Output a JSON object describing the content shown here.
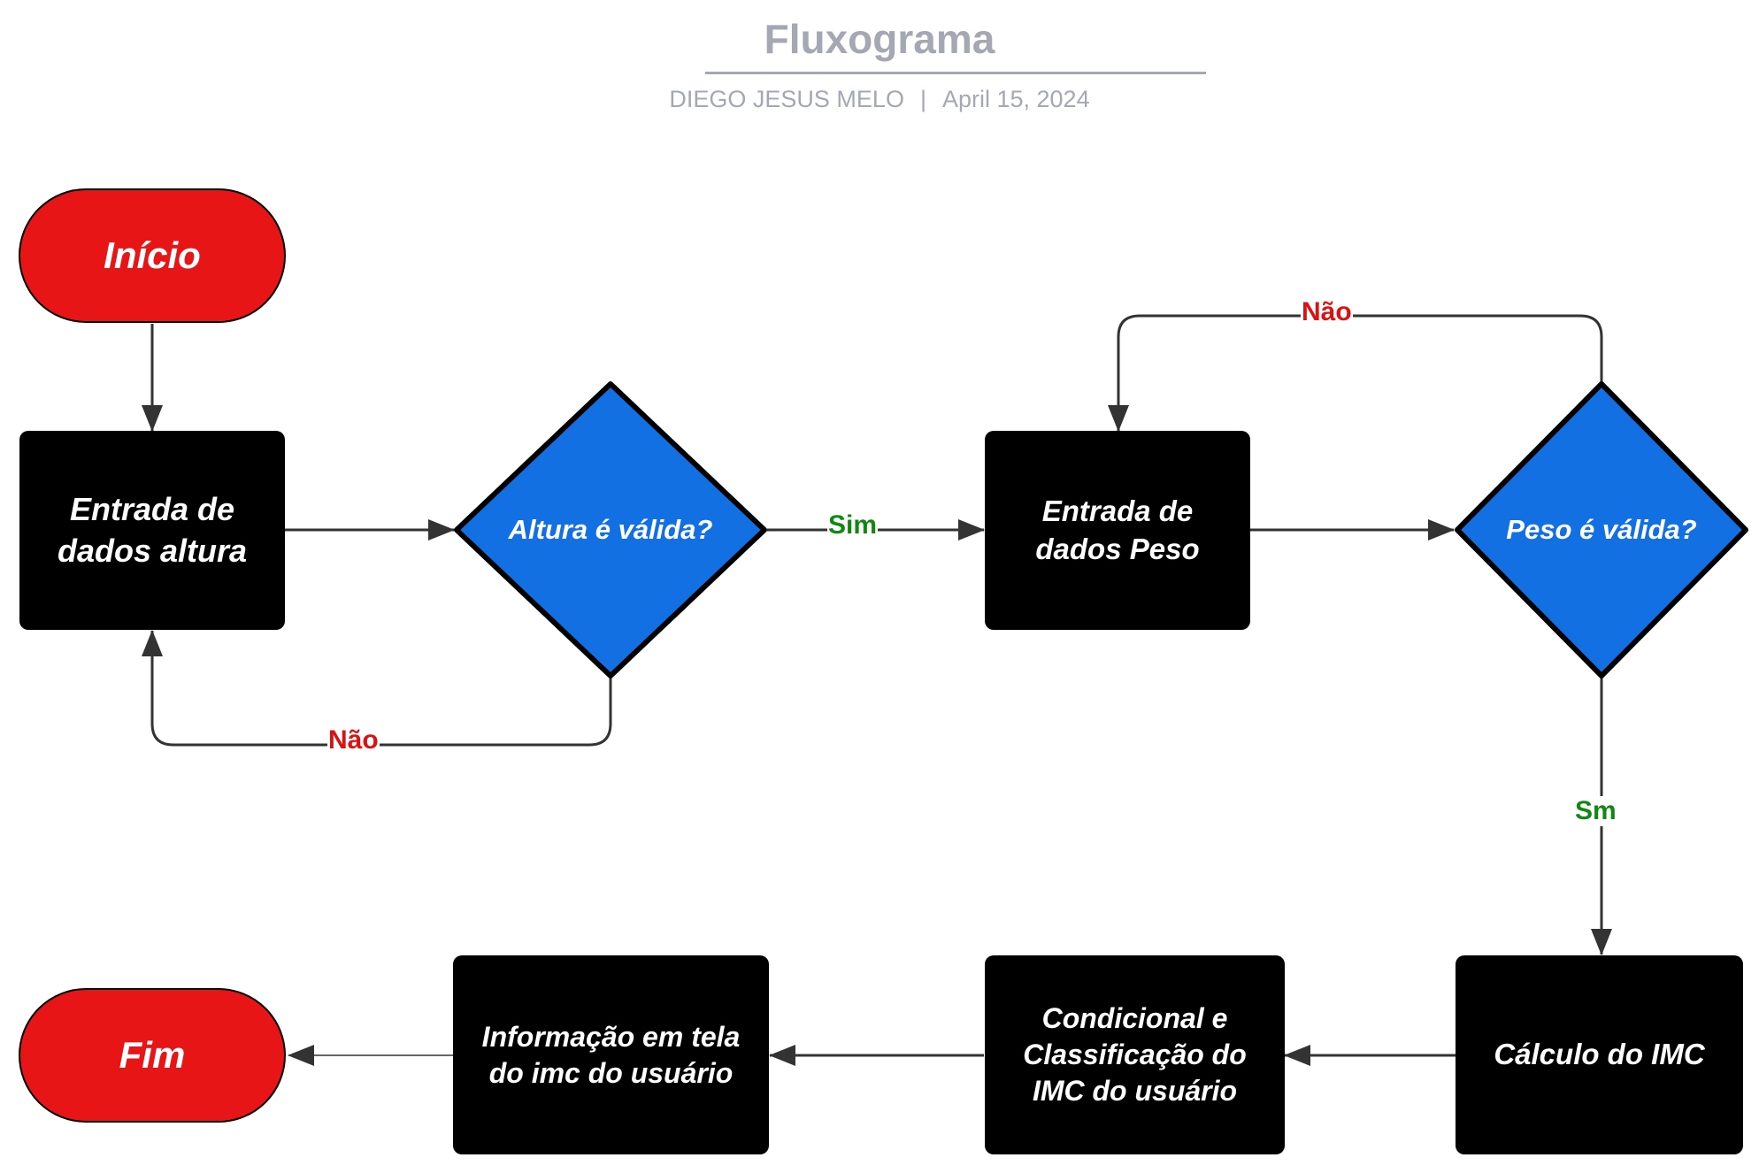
{
  "header": {
    "title": "Fluxograma",
    "author": "DIEGO JESUS MELO",
    "separator": "|",
    "date": "April 15, 2024"
  },
  "colors": {
    "terminal": "#e81517",
    "process": "#000000",
    "decision": "#1370e3",
    "no_label": "#dd1111",
    "yes_label": "#118811",
    "header_text": "#a3a8b2",
    "connector": "#333333"
  },
  "nodes": {
    "inicio": "Início",
    "entrada_altura": "Entrada de\ndados altura",
    "altura_valida": "Altura é válida?",
    "entrada_peso": "Entrada de\ndados Peso",
    "peso_valida": "Peso é válida?",
    "calculo_imc": "Cálculo do IMC",
    "classificacao": "Condicional e\nClassificação do\nIMC do usuário",
    "informacao": "Informação em tela\ndo imc do usuário",
    "fim": "Fim"
  },
  "edges": {
    "altura_sim": "Sim",
    "altura_nao": "Não",
    "peso_nao": "Não",
    "peso_sim": "Sm"
  }
}
